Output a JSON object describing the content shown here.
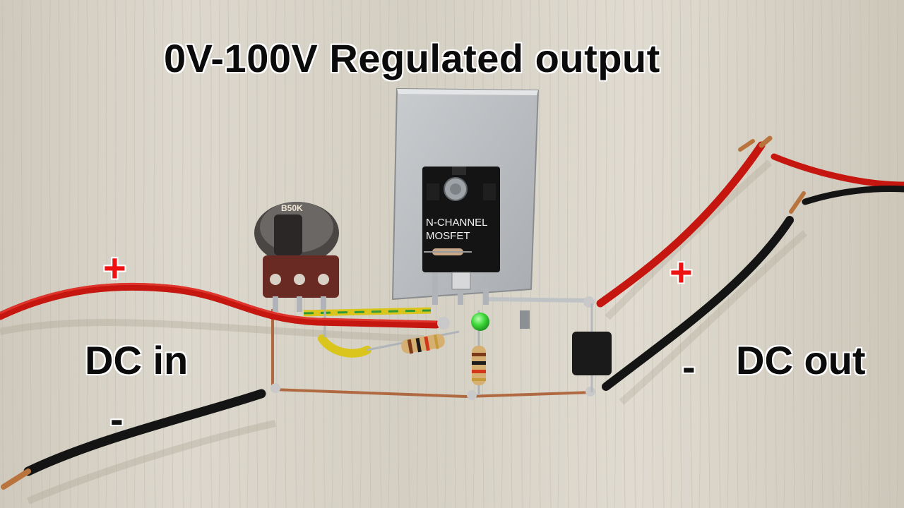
{
  "photo": {
    "title": "0V-100V Regulated output",
    "input_label": "DC in",
    "output_label": "DC out",
    "input_plus": "+",
    "input_minus": "-",
    "output_plus": "+",
    "output_minus": "-",
    "mosfet_label_line1": "N-CHANNEL",
    "mosfet_label_line2": "MOSFET",
    "potentiometer_marking": "B50K"
  },
  "colors": {
    "background_wood": "#d9d4c8",
    "red_wire": "#d81a1a",
    "black_wire": "#151515",
    "plus_sign": "#ee1111",
    "heatsink": "#b9bcc0",
    "led": "#38d83a"
  }
}
